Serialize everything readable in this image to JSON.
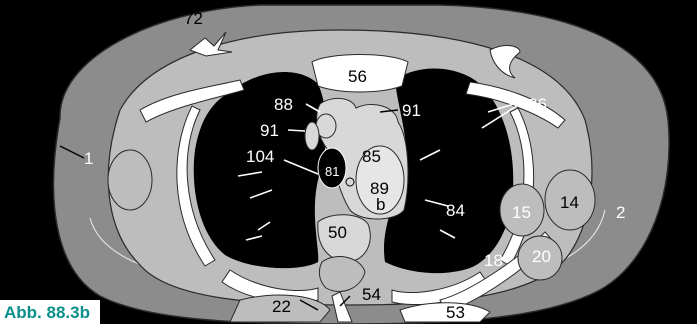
{
  "figure": {
    "caption": "Abb. 88.3b",
    "labels": {
      "l1": "1",
      "l2": "2",
      "l14": "14",
      "l15": "15",
      "l18": "18",
      "l20": "20",
      "l22": "22",
      "l26": "26",
      "l50": "50",
      "l53": "53",
      "l54": "54",
      "l56": "56",
      "l72": "72",
      "l81": "81",
      "l84": "84",
      "l85": "85",
      "l88": "88",
      "l89": "89",
      "l89b": "b",
      "l91a": "91",
      "l91b": "91",
      "l104": "104"
    },
    "colors": {
      "background": "#000000",
      "skin": "#8c8c8c",
      "muscle": "#bdbdbd",
      "bone": "#ffffff",
      "lung": "#000000",
      "mediastinum": "#d8d8d8",
      "caption_text": "#0a8f8a"
    }
  }
}
